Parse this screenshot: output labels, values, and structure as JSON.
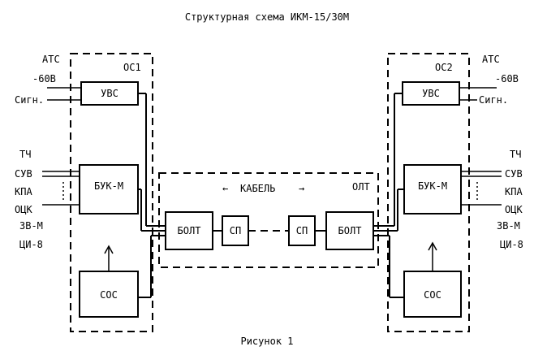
{
  "title": "Структурная схема ИКМ-15/30М",
  "caption": "Рисунок 1",
  "left": {
    "station": "АТС",
    "terminal": "ОС1",
    "inputs": [
      "-60В",
      "Сигн.",
      "ТЧ",
      "СУВ",
      "КПА",
      "ОЦК",
      "ЗВ-М",
      "ЦИ-8"
    ],
    "blocks": {
      "uvs": "УВС",
      "buk": "БУК-М",
      "sos": "СОС"
    }
  },
  "right": {
    "station": "АТС",
    "terminal": "ОС2",
    "inputs": [
      "-60В",
      "Сигн.",
      "ТЧ",
      "СУВ",
      "КПА",
      "ОЦК",
      "ЗВ-М",
      "ЦИ-8"
    ],
    "blocks": {
      "uvs": "УВС",
      "buk": "БУК-М",
      "sos": "СОС"
    }
  },
  "line": {
    "label": "ОЛТ",
    "cable": "КАБЕЛЬ",
    "arrow_left": "←",
    "arrow_right": "→",
    "bolt": "БОЛТ",
    "sp": "СП"
  }
}
